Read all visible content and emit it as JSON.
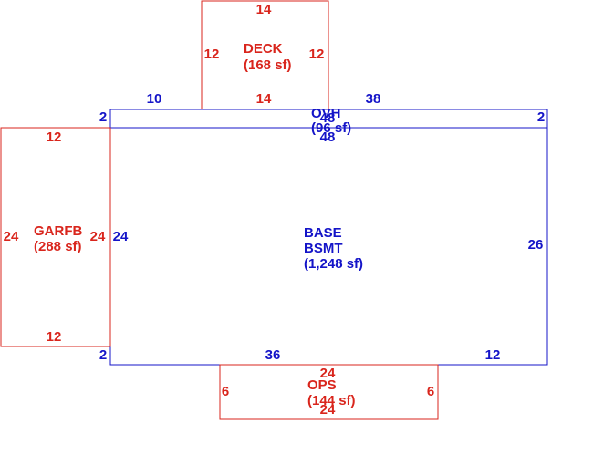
{
  "areas": {
    "deck": {
      "name": "DECK",
      "area": "(168 sf)",
      "dims": [
        "14",
        "12",
        "12",
        "14"
      ]
    },
    "ovh": {
      "name": "OVH",
      "area": "(96 sf)",
      "dims": [
        "48",
        "48",
        "2",
        "2"
      ]
    },
    "base": {
      "name_line1": "BASE",
      "name_line2": "BSMT",
      "area": "(1,248 sf)",
      "dims": [
        "10",
        "38",
        "24",
        "26",
        "2",
        "36",
        "12"
      ]
    },
    "garfb": {
      "name": "GARFB",
      "area": "(288 sf)",
      "dims": [
        "12",
        "24",
        "24",
        "12"
      ]
    },
    "ops": {
      "name": "OPS",
      "area": "(144 sf)",
      "dims": [
        "24",
        "6",
        "6",
        "24"
      ]
    }
  },
  "colors": {
    "red": "#d9251c",
    "blue": "#1414c8"
  }
}
